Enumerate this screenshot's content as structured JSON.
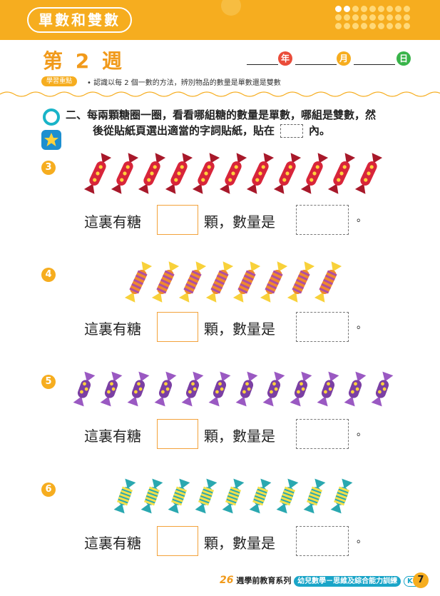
{
  "header": {
    "title": "單數和雙數"
  },
  "week": {
    "label": "第 2 週",
    "year_label": "年",
    "month_label": "月",
    "day_label": "日"
  },
  "study": {
    "tag": "學習重點",
    "point": "• 認識以每 2 個一數的方法，辨別物品的數量是單數還是雙數"
  },
  "instruction": {
    "line1": "二、每兩顆糖圈一圈，看看哪組糖的數量是單數，哪組是雙數，然",
    "line2_pre": "後從貼紙頁選出適當的字詞貼紙，貼在",
    "line2_post": "內。"
  },
  "questions": [
    {
      "number": "3",
      "candy_count": 11,
      "candy_style": "red-star",
      "prefix": "這裏有糖",
      "middle": "顆，數量是",
      "suffix": "。"
    },
    {
      "number": "4",
      "candy_count": 8,
      "candy_style": "orange-stripe",
      "prefix": "這裏有糖",
      "middle": "顆，數量是",
      "suffix": "。"
    },
    {
      "number": "5",
      "candy_count": 12,
      "candy_style": "purple-dot",
      "prefix": "這裏有糖",
      "middle": "顆，數量是",
      "suffix": "。"
    },
    {
      "number": "6",
      "candy_count": 9,
      "candy_style": "teal-stripe",
      "prefix": "這裏有糖",
      "middle": "顆，數量是",
      "suffix": "。"
    }
  ],
  "footer": {
    "series_number": "26",
    "series": "週學前教育系列",
    "book": "幼兒數學－思維及綜合能力訓練",
    "level": "K2B",
    "page": "7"
  },
  "colors": {
    "accent": "#f6ad1f",
    "red_candy": "#d8253a",
    "orange_candy": "#f08a2c",
    "purple_candy": "#7b3fa3",
    "teal_candy": "#2aa8b0"
  }
}
